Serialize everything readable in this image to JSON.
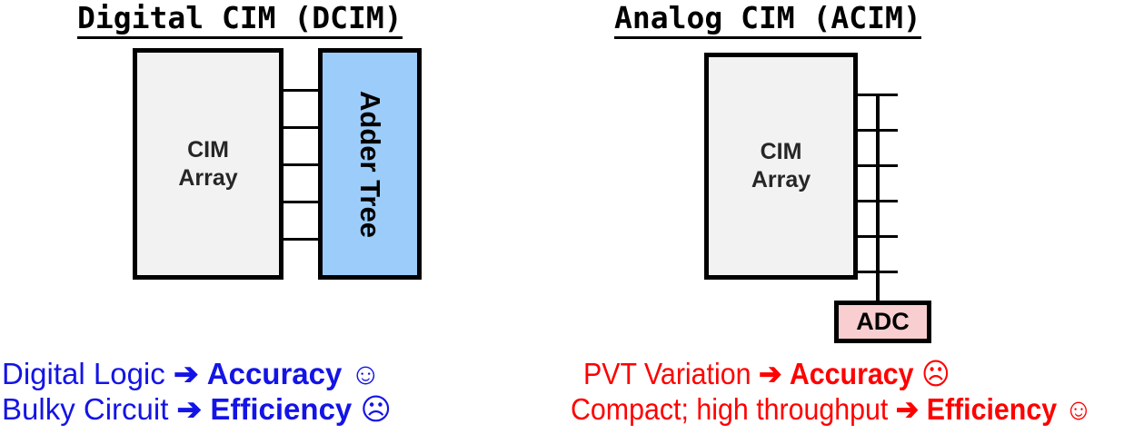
{
  "figure": {
    "panels": [
      {
        "id": "dcim",
        "title": "Digital CIM (DCIM)",
        "accent_color": "#1414E6",
        "blocks": [
          {
            "name": "cim-array",
            "label_line1": "CIM",
            "label_line2": "Array",
            "fill": "#F2F2F2"
          },
          {
            "name": "adder-tree",
            "label": "Adder Tree",
            "fill": "#9CCCF9"
          }
        ],
        "connector_count": 5,
        "captions": [
          {
            "cause": "Digital Logic",
            "arrow": "➔",
            "effect": "Accuracy",
            "face": "☺"
          },
          {
            "cause": "Bulky Circuit",
            "arrow": "➔",
            "effect": "Efficiency",
            "face": "☹"
          }
        ]
      },
      {
        "id": "acim",
        "title": "Analog CIM (ACIM)",
        "accent_color": "#FF0000",
        "blocks": [
          {
            "name": "cim-array",
            "label_line1": "CIM",
            "label_line2": "Array",
            "fill": "#F2F2F2"
          },
          {
            "name": "adc",
            "label": "ADC",
            "fill": "#F9CED0"
          }
        ],
        "connector_count": 5,
        "captions": [
          {
            "cause": "PVT Variation",
            "arrow": "➔",
            "effect": "Accuracy",
            "face": "☹"
          },
          {
            "cause": "Compact; high throughput",
            "arrow": "➔",
            "effect": "Efficiency",
            "face": "☺"
          }
        ]
      }
    ]
  }
}
